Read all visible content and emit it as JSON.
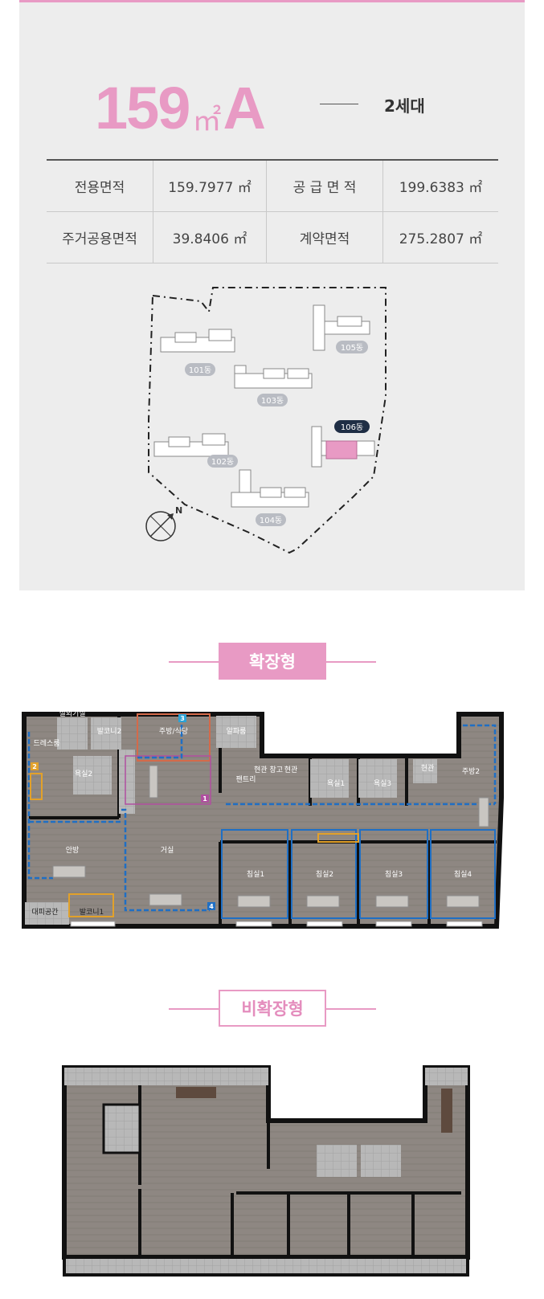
{
  "unit": {
    "size_number": "159",
    "size_unit": "㎡",
    "type_letter": "A",
    "households": "2세대"
  },
  "area_table": {
    "rows": [
      [
        {
          "label": "전용면적",
          "value": "159.7977 ㎡"
        },
        {
          "label": "공 급 면 적",
          "value": "199.6383 ㎡"
        }
      ],
      [
        {
          "label": "주거공용면적",
          "value": "39.8406 ㎡"
        },
        {
          "label": "계약면적",
          "value": "275.2807 ㎡"
        }
      ]
    ]
  },
  "site_map": {
    "buildings": [
      "101동",
      "103동",
      "105동",
      "102동",
      "104동",
      "106동"
    ],
    "highlighted": "106동",
    "compass": "N"
  },
  "expanded_plan": {
    "heading": "확장형",
    "rooms": [
      "실외기실",
      "발코니2",
      "드레스룸",
      "욕실2",
      "주방/식당",
      "알파룸",
      "팬트리",
      "현관 창고",
      "현관",
      "욕실1",
      "욕실3",
      "현관",
      "주방2",
      "안방",
      "거실",
      "침실1",
      "침실2",
      "침실3",
      "침실4",
      "대피공간",
      "발코니1"
    ],
    "markers": [
      "1",
      "2",
      "3",
      "4"
    ]
  },
  "standard_plan": {
    "heading": "비확장형"
  },
  "colors": {
    "accent_pink": "#e89ac4",
    "panel_bg": "#ededed",
    "highlight_building": "#e89ac4",
    "highlight_label_bg": "#1f2e45"
  }
}
